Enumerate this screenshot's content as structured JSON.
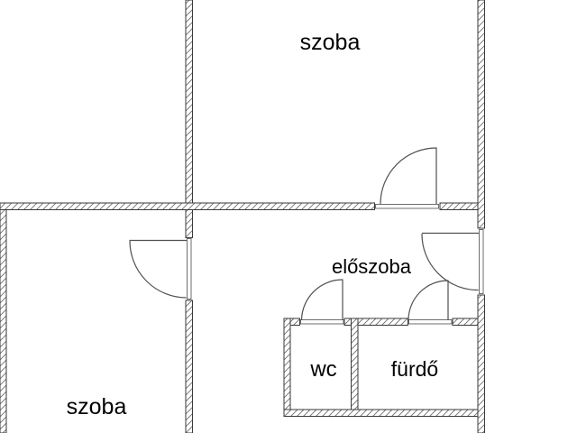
{
  "plan": {
    "type": "floor-plan",
    "rooms": [
      {
        "id": "szoba-top",
        "label": "szoba"
      },
      {
        "id": "szoba-bottom",
        "label": "szoba"
      },
      {
        "id": "eloszoba",
        "label": "előszoba"
      },
      {
        "id": "wc",
        "label": "wc"
      },
      {
        "id": "furdo",
        "label": "fürdő"
      }
    ],
    "door_count": 5,
    "colors": {
      "background": "#ffffff",
      "wall_outline": "#3a3a3a",
      "wall_hatch": "#6e6e6e",
      "door_line": "#4f4f4f",
      "label_text": "#000000"
    }
  }
}
